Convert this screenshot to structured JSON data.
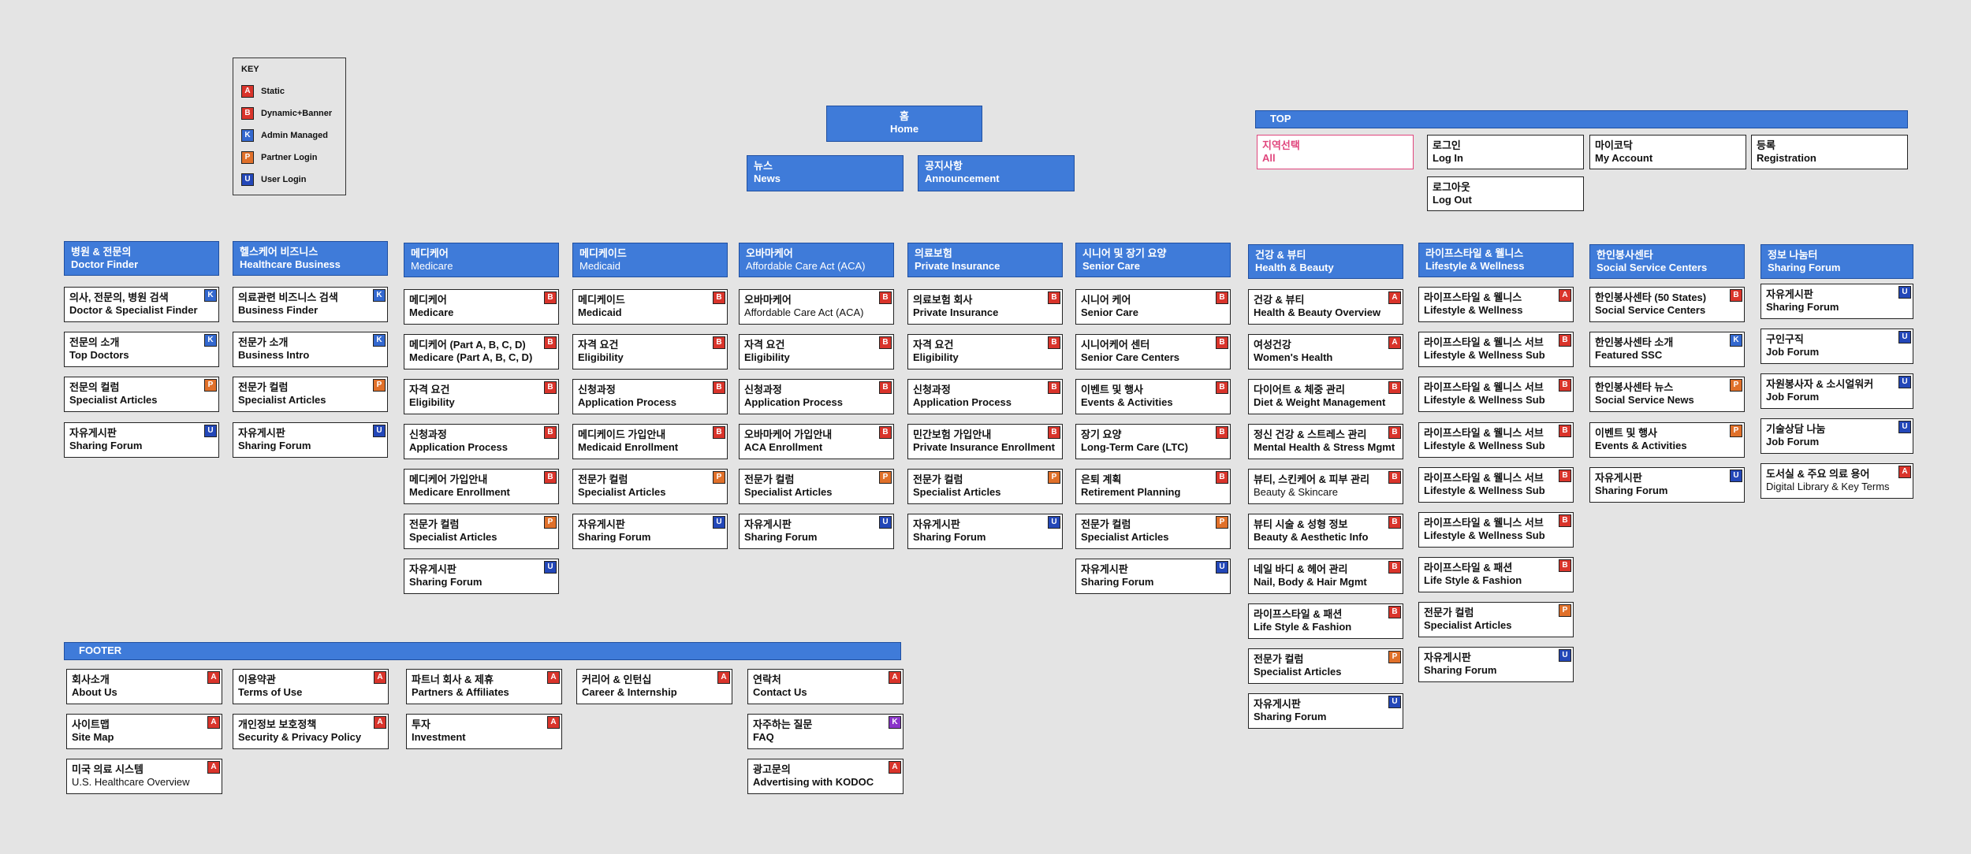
{
  "legend": {
    "title": "KEY",
    "items": [
      {
        "code": "A",
        "label": "Static"
      },
      {
        "code": "B",
        "label": "Dynamic+Banner"
      },
      {
        "code": "K",
        "label": "Admin Managed"
      },
      {
        "code": "P",
        "label": "Partner Login"
      },
      {
        "code": "U",
        "label": "User Login"
      }
    ]
  },
  "home": {
    "ko": "홈",
    "en": "Home"
  },
  "news": {
    "ko": "뉴스",
    "en": "News"
  },
  "announcement": {
    "ko": "공지사항",
    "en": "Announcement"
  },
  "top": {
    "bar": "TOP",
    "items": [
      {
        "ko": "지역선택",
        "en": "All"
      },
      {
        "ko": "로그인",
        "en": "Log In"
      },
      {
        "ko": "마이코닥",
        "en": "My Account"
      },
      {
        "ko": "등록",
        "en": "Registration"
      },
      {
        "ko": "로그아웃",
        "en": "Log Out"
      }
    ]
  },
  "columns": [
    {
      "header": {
        "ko": "병원 & 전문의",
        "en": "Doctor Finder"
      },
      "items": [
        {
          "ko": "의사, 전문의, 병원 검색",
          "en": "Doctor & Specialist Finder",
          "badge": "K"
        },
        {
          "ko": "전문의 소개",
          "en": "Top Doctors",
          "badge": "K"
        },
        {
          "ko": "전문의 컬럼",
          "en": "Specialist Articles",
          "badge": "P"
        },
        {
          "ko": "자유게시판",
          "en": "Sharing Forum",
          "badge": "U"
        }
      ]
    },
    {
      "header": {
        "ko": "헬스케어 비즈니스",
        "en": "Healthcare Business"
      },
      "items": [
        {
          "ko": "의료관련 비즈니스 검색",
          "en": "Business Finder",
          "badge": "K"
        },
        {
          "ko": "전문가 소개",
          "en": "Business Intro",
          "badge": "K"
        },
        {
          "ko": "전문가 컬럼",
          "en": "Specialist Articles",
          "badge": "P"
        },
        {
          "ko": "자유게시판",
          "en": "Sharing Forum",
          "badge": "U"
        }
      ]
    },
    {
      "header": {
        "ko": "메디케어",
        "en": "Medicare"
      },
      "items": [
        {
          "ko": "메디케어",
          "en": "Medicare",
          "badge": "B"
        },
        {
          "ko": "메디케어 (Part A, B, C, D)",
          "en": "Medicare (Part A, B, C, D)",
          "badge": "B"
        },
        {
          "ko": "자격 요건",
          "en": "Eligibility",
          "badge": "B"
        },
        {
          "ko": "신청과정",
          "en": "Application Process",
          "badge": "B"
        },
        {
          "ko": "메디케어 가입안내",
          "en": "Medicare Enrollment",
          "badge": "B"
        },
        {
          "ko": "전문가 컬럼",
          "en": "Specialist Articles",
          "badge": "P"
        },
        {
          "ko": "자유게시판",
          "en": "Sharing Forum",
          "badge": "U"
        }
      ]
    },
    {
      "header": {
        "ko": "메디케이드",
        "en": "Medicaid"
      },
      "items": [
        {
          "ko": "메디케이드",
          "en": "Medicaid",
          "badge": "B"
        },
        {
          "ko": "자격 요건",
          "en": "Eligibility",
          "badge": "B"
        },
        {
          "ko": "신청과정",
          "en": "Application Process",
          "badge": "B"
        },
        {
          "ko": "메디케이드 가입안내",
          "en": "Medicaid Enrollment",
          "badge": "B"
        },
        {
          "ko": "전문가 컬럼",
          "en": "Specialist Articles",
          "badge": "P"
        },
        {
          "ko": "자유게시판",
          "en": "Sharing Forum",
          "badge": "U"
        }
      ]
    },
    {
      "header": {
        "ko": "오바마케어",
        "en": "Affordable Care Act (ACA)"
      },
      "items": [
        {
          "ko": "오바마케어",
          "en": "Affordable Care Act (ACA)",
          "badge": "B",
          "thin": true
        },
        {
          "ko": "자격 요건",
          "en": "Eligibility",
          "badge": "B"
        },
        {
          "ko": "신청과정",
          "en": "Application Process",
          "badge": "B"
        },
        {
          "ko": "오바마케어 가입안내",
          "en": "ACA Enrollment",
          "badge": "B"
        },
        {
          "ko": "전문가 컬럼",
          "en": "Specialist Articles",
          "badge": "P"
        },
        {
          "ko": "자유게시판",
          "en": "Sharing Forum",
          "badge": "U"
        }
      ]
    },
    {
      "header": {
        "ko": "의료보험",
        "en": "Private Insurance"
      },
      "items": [
        {
          "ko": "의료보험 회사",
          "en": "Private Insurance",
          "badge": "B"
        },
        {
          "ko": "자격 요건",
          "en": "Eligibility",
          "badge": "B"
        },
        {
          "ko": "신청과정",
          "en": "Application Process",
          "badge": "B"
        },
        {
          "ko": "민간보험 가입안내",
          "en": "Private Insurance Enrollment",
          "badge": "B"
        },
        {
          "ko": "전문가 컬럼",
          "en": "Specialist Articles",
          "badge": "P"
        },
        {
          "ko": "자유게시판",
          "en": "Sharing Forum",
          "badge": "U"
        }
      ]
    },
    {
      "header": {
        "ko": "시니어 및 장기 요양",
        "en": "Senior Care"
      },
      "items": [
        {
          "ko": "시니어 케어",
          "en": "Senior Care",
          "badge": "B"
        },
        {
          "ko": "시니어케어 센터",
          "en": "Senior Care Centers",
          "badge": "B"
        },
        {
          "ko": "이벤트 및 행사",
          "en": "Events & Activities",
          "badge": "B"
        },
        {
          "ko": "장기 요양",
          "en": "Long-Term Care (LTC)",
          "badge": "B"
        },
        {
          "ko": "은퇴 계획",
          "en": "Retirement Planning",
          "badge": "B"
        },
        {
          "ko": "전문가 컬럼",
          "en": "Specialist Articles",
          "badge": "P"
        },
        {
          "ko": "자유게시판",
          "en": "Sharing Forum",
          "badge": "U"
        }
      ]
    },
    {
      "header": {
        "ko": "건강 & 뷰티",
        "en": "Health & Beauty"
      },
      "items": [
        {
          "ko": "건강 & 뷰티",
          "en": "Health & Beauty Overview",
          "badge": "A"
        },
        {
          "ko": "여성건강",
          "en": "Women's Health",
          "badge": "A"
        },
        {
          "ko": "다이어트 & 체중 관리",
          "en": "Diet & Weight Management",
          "badge": "B"
        },
        {
          "ko": "정신 건강 & 스트레스 관리",
          "en": "Mental Health & Stress Mgmt",
          "badge": "B"
        },
        {
          "ko": "뷰티, 스킨케어 & 피부 관리",
          "en": "Beauty & Skincare",
          "badge": "B",
          "mixed": true
        },
        {
          "ko": "뷰티 시술 & 성형 정보",
          "en": "Beauty & Aesthetic Info",
          "badge": "B"
        },
        {
          "ko": "네일 바디 & 헤어 관리",
          "en": "Nail, Body & Hair Mgmt",
          "badge": "B"
        },
        {
          "ko": "라이프스타일 & 패션",
          "en": "Life Style & Fashion",
          "badge": "B"
        },
        {
          "ko": "전문가 컬럼",
          "en": "Specialist Articles",
          "badge": "P"
        },
        {
          "ko": "자유게시판",
          "en": "Sharing Forum",
          "badge": "U"
        }
      ]
    },
    {
      "header": {
        "ko": "라이프스타일 & 웰니스",
        "en": "Lifestyle & Wellness"
      },
      "items": [
        {
          "ko": "라이프스타일 & 웰니스",
          "en": "Lifestyle & Wellness",
          "badge": "A"
        },
        {
          "ko": "라이프스타일 & 웰니스 서브",
          "en": "Lifestyle & Wellness Sub",
          "badge": "B"
        },
        {
          "ko": "라이프스타일 & 웰니스 서브",
          "en": "Lifestyle & Wellness Sub",
          "badge": "B"
        },
        {
          "ko": "라이프스타일 & 웰니스 서브",
          "en": "Lifestyle & Wellness Sub",
          "badge": "B"
        },
        {
          "ko": "라이프스타일 & 웰니스 서브",
          "en": "Lifestyle & Wellness Sub",
          "badge": "B"
        },
        {
          "ko": "라이프스타일 & 웰니스 서브",
          "en": "Lifestyle & Wellness Sub",
          "badge": "B"
        },
        {
          "ko": "라이프스타일 & 패션",
          "en": "Life Style & Fashion",
          "badge": "B"
        },
        {
          "ko": "전문가 컬럼",
          "en": "Specialist Articles",
          "badge": "P"
        },
        {
          "ko": "자유게시판",
          "en": "Sharing Forum",
          "badge": "U"
        }
      ]
    },
    {
      "header": {
        "ko": "한인봉사센타",
        "en": "Social Service Centers"
      },
      "items": [
        {
          "ko": "한인봉사센타 (50 States)",
          "en": "Social Service Centers",
          "badge": "B"
        },
        {
          "ko": "한인봉사센타 소개",
          "en": "Featured SSC",
          "badge": "K"
        },
        {
          "ko": "한인봉사센타 뉴스",
          "en": "Social Service News",
          "badge": "P"
        },
        {
          "ko": "이벤트 및 행사",
          "en": "Events & Activities",
          "badge": "P"
        },
        {
          "ko": "자유게시판",
          "en": "Sharing Forum",
          "badge": "U"
        }
      ]
    },
    {
      "header": {
        "ko": "정보 나눔터",
        "en": "Sharing Forum"
      },
      "items": [
        {
          "ko": "자유게시판",
          "en": "Sharing Forum",
          "badge": "U"
        },
        {
          "ko": "구인구직",
          "en": "Job Forum",
          "badge": "U"
        },
        {
          "ko": "자원봉사자 & 소시얼워커",
          "en": "Job Forum",
          "badge": "U"
        },
        {
          "ko": "기술상담 나눔",
          "en": "Job Forum",
          "badge": "U"
        },
        {
          "ko": "도서실 & 주요 의료 용어",
          "en": "Digital Library & Key Terms",
          "badge": "A",
          "thin": true
        }
      ]
    }
  ],
  "footer": {
    "bar": "FOOTER",
    "items": [
      {
        "ko": "회사소개",
        "en": "About Us",
        "badge": "A"
      },
      {
        "ko": "사이트맵",
        "en": "Site Map",
        "badge": "A"
      },
      {
        "ko": "미국 의료 시스템",
        "en": "U.S. Healthcare Overview",
        "badge": "A",
        "thin": true
      },
      {
        "ko": "이용약관",
        "en": "Terms of Use",
        "badge": "A"
      },
      {
        "ko": "개인정보 보호정책",
        "en": "Security & Privacy Policy",
        "badge": "A"
      },
      {
        "ko": "파트너 회사 & 제휴",
        "en": "Partners & Affiliates",
        "badge": "A"
      },
      {
        "ko": "투자",
        "en": "Investment",
        "badge": "A"
      },
      {
        "ko": "커리어 & 인턴십",
        "en": "Career & Internship",
        "badge": "A"
      },
      {
        "ko": "연락처",
        "en": "Contact Us",
        "badge": "A"
      },
      {
        "ko": "자주하는 질문",
        "en": "FAQ",
        "badge": "K"
      },
      {
        "ko": "광고문의",
        "en": "Advertising with KODOC",
        "badge": "A"
      }
    ]
  }
}
